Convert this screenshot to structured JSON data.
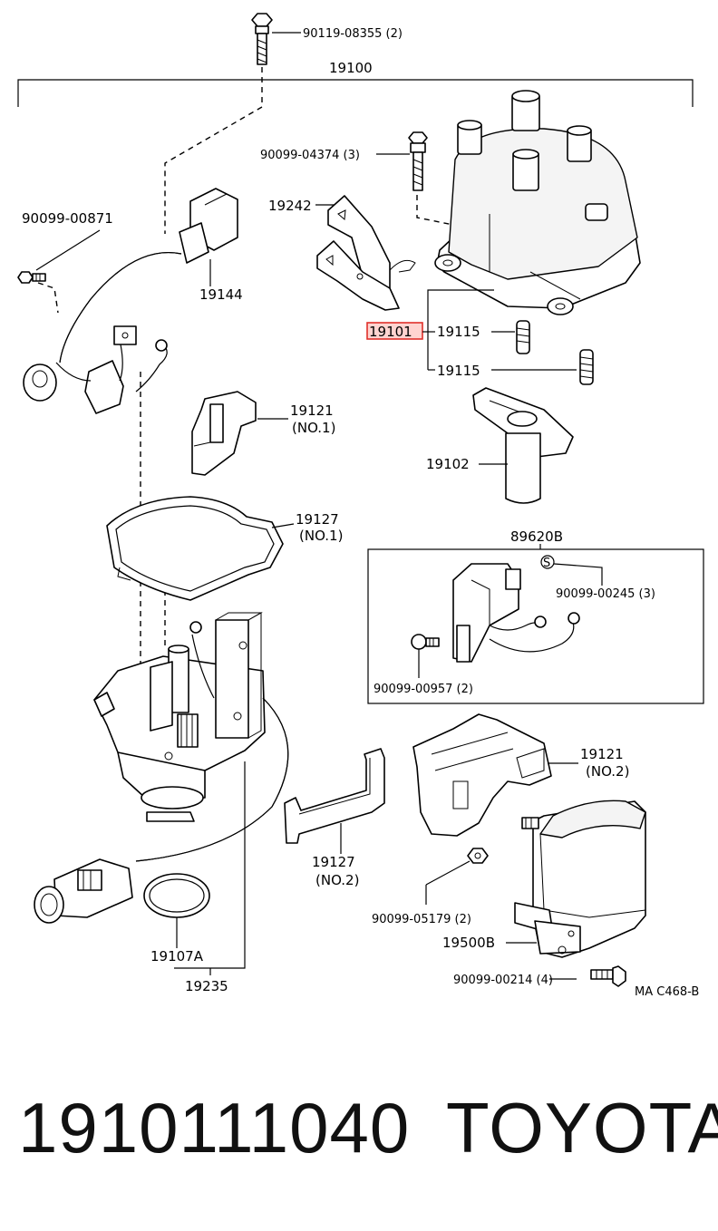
{
  "diagram": {
    "labels": {
      "bolt_top": "90119-08355 (2)",
      "assembly": "19100",
      "screw_cap": "90099-04374 (3)",
      "plate": "19242",
      "clamp_left": "90099-00871",
      "harness": "19144",
      "highlighted_part": "19101",
      "spring_1": "19115",
      "spring_2": "19115",
      "cover_1_code": "19121",
      "cover_1_sub": "(NO.1)",
      "rotor": "19102",
      "gasket_1_code": "19127",
      "gasket_1_sub": "(NO.1)",
      "sensor_box": "89620B",
      "screw_box_s": "90099-00245 (3)",
      "screw_box_l": "90099-00957 (2)",
      "cover_2_code": "19121",
      "cover_2_sub": "(NO.2)",
      "gasket_2_code": "19127",
      "gasket_2_sub": "(NO.2)",
      "nut": "90099-05179 (2)",
      "coil": "19500B",
      "screw_bottom": "90099-00214 (4)",
      "ref": "MA C468-B",
      "oring": "19107A",
      "housing": "19235",
      "s_mark": "S"
    },
    "highlight_color": "#e0302a"
  },
  "footer": {
    "part_number": "1910111040",
    "brand": "TOYOTA"
  }
}
